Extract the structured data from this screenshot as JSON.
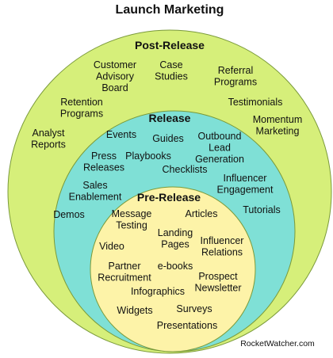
{
  "title": "Launch Marketing",
  "credit": "RocketWatcher.com",
  "colors": {
    "outer": "#d6ef7a",
    "middle": "#7fe0d6",
    "inner": "#fdf3a8",
    "stroke": "#7a9a3a"
  },
  "rings": {
    "post": {
      "label": "Post-Release",
      "items": [
        {
          "lines": [
            "Customer",
            "Advisory",
            "Board"
          ]
        },
        {
          "lines": [
            "Case",
            "Studies"
          ]
        },
        {
          "lines": [
            "Referral",
            "Programs"
          ]
        },
        {
          "lines": [
            "Retention",
            "Programs"
          ]
        },
        {
          "lines": [
            "Testimonials"
          ]
        },
        {
          "lines": [
            "Momentum",
            "Marketing"
          ]
        },
        {
          "lines": [
            "Analyst",
            "Reports"
          ]
        }
      ]
    },
    "release": {
      "label": "Release",
      "items": [
        {
          "lines": [
            "Events"
          ]
        },
        {
          "lines": [
            "Guides"
          ]
        },
        {
          "lines": [
            "Outbound",
            "Lead",
            "Generation"
          ]
        },
        {
          "lines": [
            "Press",
            "Releases"
          ]
        },
        {
          "lines": [
            "Playbooks"
          ]
        },
        {
          "lines": [
            "Checklists"
          ]
        },
        {
          "lines": [
            "Influencer",
            "Engagement"
          ]
        },
        {
          "lines": [
            "Sales",
            "Enablement"
          ]
        },
        {
          "lines": [
            "Demos"
          ]
        },
        {
          "lines": [
            "Tutorials"
          ]
        }
      ]
    },
    "pre": {
      "label": "Pre-Release",
      "items": [
        {
          "lines": [
            "Message",
            "Testing"
          ]
        },
        {
          "lines": [
            "Articles"
          ]
        },
        {
          "lines": [
            "Landing",
            "Pages"
          ]
        },
        {
          "lines": [
            "Video"
          ]
        },
        {
          "lines": [
            "Influencer",
            "Relations"
          ]
        },
        {
          "lines": [
            "Partner",
            "Recruitment"
          ]
        },
        {
          "lines": [
            "e-books"
          ]
        },
        {
          "lines": [
            "Prospect",
            "Newsletter"
          ]
        },
        {
          "lines": [
            "Infographics"
          ]
        },
        {
          "lines": [
            "Widgets"
          ]
        },
        {
          "lines": [
            "Surveys"
          ]
        },
        {
          "lines": [
            "Presentations"
          ]
        }
      ]
    }
  }
}
